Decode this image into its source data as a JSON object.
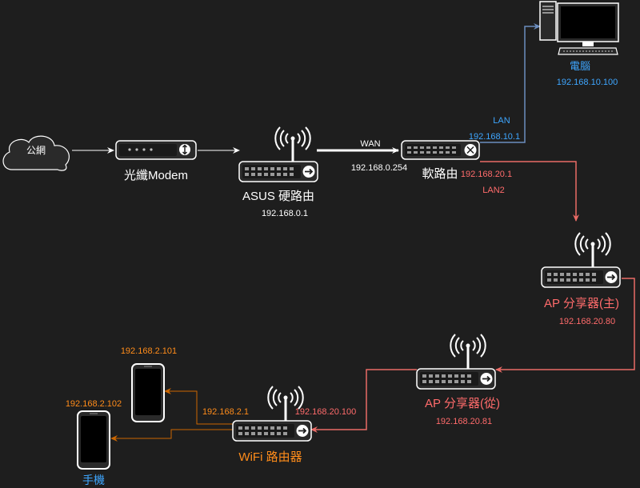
{
  "colors": {
    "background": "#1e1e1e",
    "white": "#ffffff",
    "blue": "#6c8ebf",
    "blue_text": "#3ea6ff",
    "red": "#ea6b66",
    "red_text": "#ff6b6b",
    "orange": "#cc6600",
    "orange_text": "#ff8c1a"
  },
  "nodes": {
    "internet": {
      "label": "公網"
    },
    "modem": {
      "label": "光纖Modem"
    },
    "asus": {
      "label": "ASUS 硬路由",
      "ip": "192.168.0.1"
    },
    "soft": {
      "label": "軟路由",
      "wan_ip": "192.168.0.254",
      "lan_ip": "192.168.10.1",
      "lan2_ip": "192.168.20.1"
    },
    "pc": {
      "label": "電腦",
      "ip": "192.168.10.100"
    },
    "ap_main": {
      "label": "AP 分享器(主)",
      "ip": "192.168.20.80"
    },
    "ap_sub": {
      "label": "AP 分享器(從)",
      "ip": "192.168.20.81"
    },
    "wifi": {
      "label": "WiFi 路由器",
      "wan_ip": "192.168.20.100",
      "lan_ip": "192.168.2.1"
    },
    "phone1": {
      "ip": "192.168.2.101"
    },
    "phone2": {
      "label": "手機",
      "ip": "192.168.2.102"
    }
  },
  "links": {
    "wan": "WAN",
    "lan": "LAN",
    "lan2": "LAN2"
  }
}
